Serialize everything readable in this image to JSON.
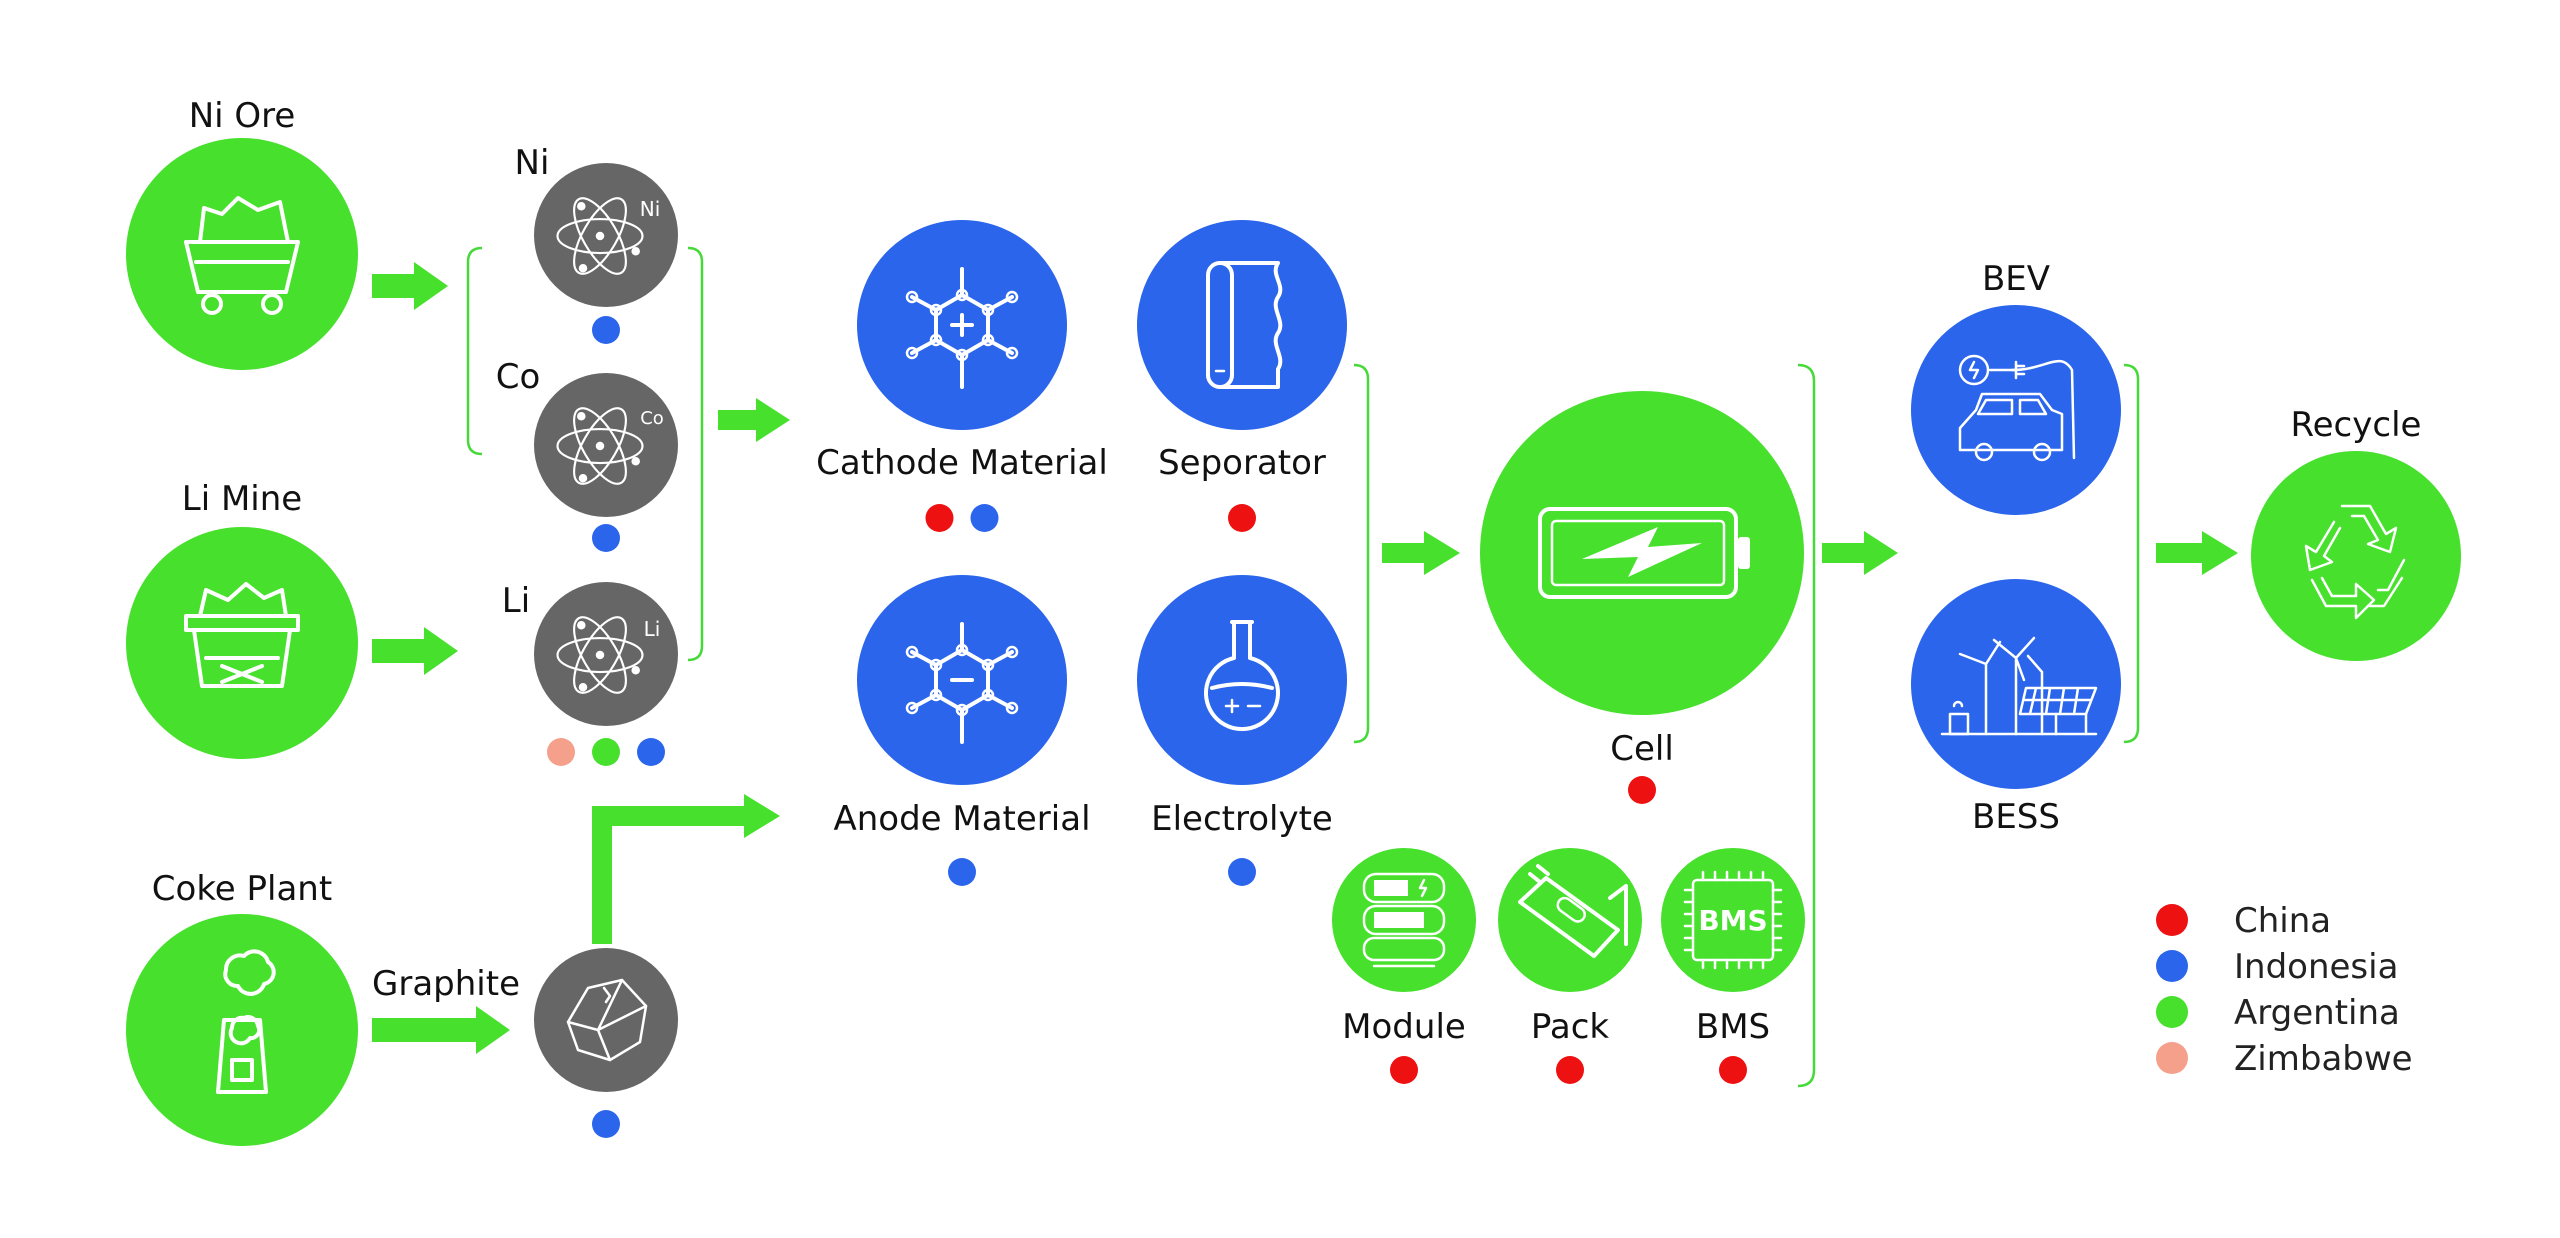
{
  "colors": {
    "green": "#47e02d",
    "blue": "#2b65ec",
    "gray": "#666666",
    "china": "#ee1111",
    "indonesia": "#2b65ec",
    "argentina": "#47e02d",
    "zimbabwe": "#f5a08a"
  },
  "nodes": {
    "ni_ore": {
      "label": "Ni Ore",
      "icon": "mine-cart-icon"
    },
    "li_mine": {
      "label": "Li Mine",
      "icon": "mine-cart-icon"
    },
    "coke_plant": {
      "label": "Coke Plant",
      "icon": "factory-chimney-icon"
    },
    "ni": {
      "label": "Ni",
      "symbol": "Ni",
      "icon": "atom-icon"
    },
    "co": {
      "label": "Co",
      "symbol": "Co",
      "icon": "atom-icon"
    },
    "li": {
      "label": "Li",
      "symbol": "Li",
      "icon": "atom-icon"
    },
    "graphite": {
      "label": "Graphite",
      "icon": "rock-icon"
    },
    "cathode": {
      "label": "Cathode Material",
      "icon": "molecule-plus-icon"
    },
    "anode": {
      "label": "Anode Material",
      "icon": "molecule-minus-icon"
    },
    "separator": {
      "label": "Seporator",
      "icon": "film-roll-icon"
    },
    "electrolyte": {
      "label": "Electrolyte",
      "icon": "flask-icon"
    },
    "cell": {
      "label": "Cell",
      "icon": "battery-icon"
    },
    "module": {
      "label": "Module",
      "icon": "module-icon"
    },
    "pack": {
      "label": "Pack",
      "icon": "battery-pack-icon"
    },
    "bms": {
      "label": "BMS",
      "chip_text": "BMS",
      "icon": "chip-icon"
    },
    "bev": {
      "label": "BEV",
      "icon": "ev-charging-icon"
    },
    "bess": {
      "label": "BESS",
      "icon": "wind-solar-icon"
    },
    "recycle": {
      "label": "Recycle",
      "icon": "recycle-icon"
    }
  },
  "country_dots": {
    "ni": [
      "indonesia"
    ],
    "co": [
      "indonesia"
    ],
    "li": [
      "zimbabwe",
      "argentina",
      "indonesia"
    ],
    "graphite": [
      "indonesia"
    ],
    "cathode": [
      "china",
      "indonesia"
    ],
    "separator": [
      "china"
    ],
    "anode": [
      "indonesia"
    ],
    "electrolyte": [
      "indonesia"
    ],
    "cell": [
      "china"
    ],
    "module": [
      "china"
    ],
    "pack": [
      "china"
    ],
    "bms": [
      "china"
    ]
  },
  "legend": [
    {
      "key": "china",
      "label": "China"
    },
    {
      "key": "indonesia",
      "label": "Indonesia"
    },
    {
      "key": "argentina",
      "label": "Argentina"
    },
    {
      "key": "zimbabwe",
      "label": "Zimbabwe"
    }
  ]
}
